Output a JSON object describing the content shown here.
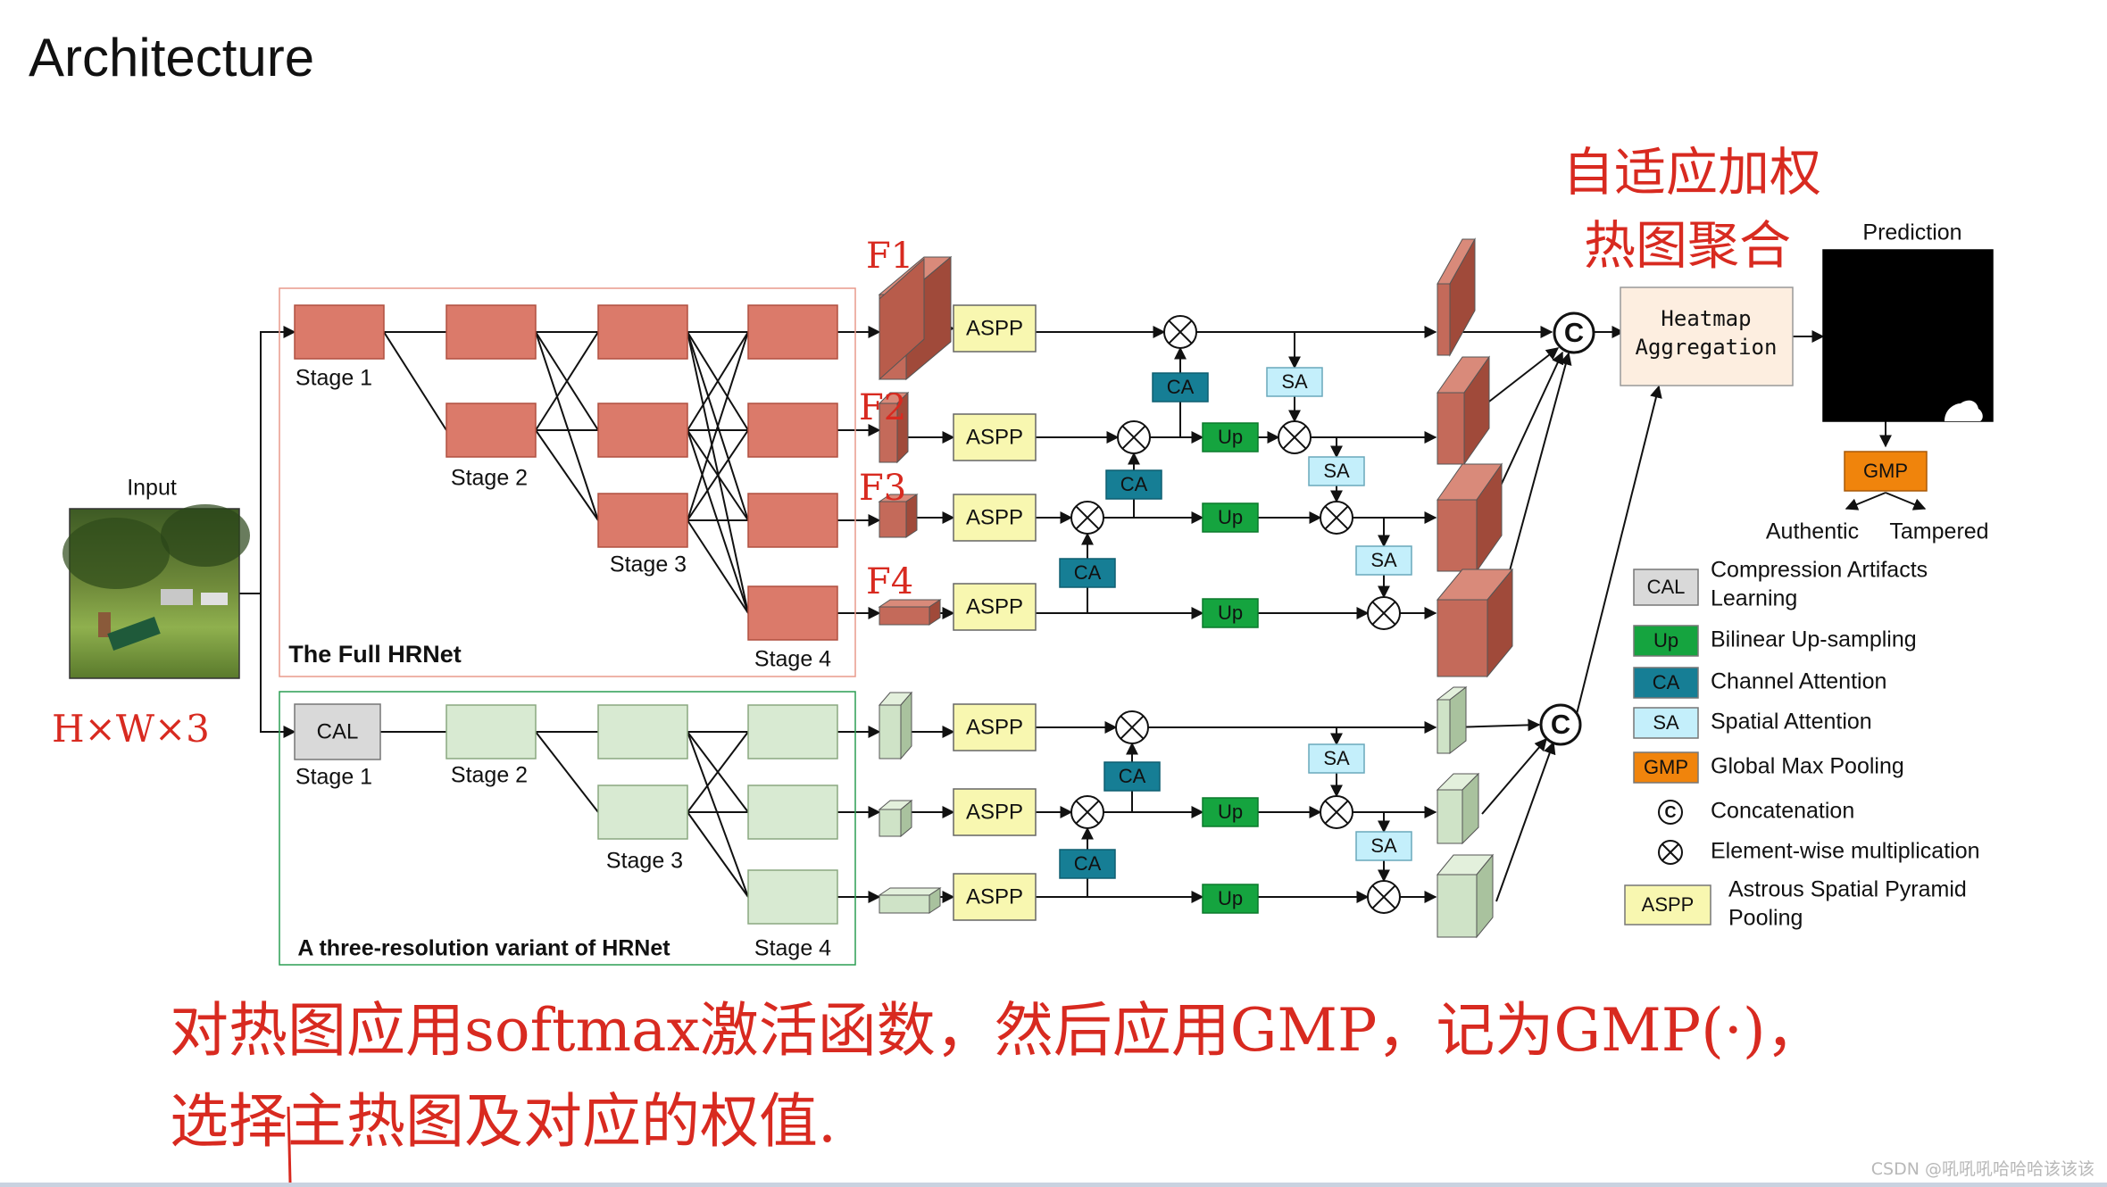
{
  "slide": {
    "title": "Architecture"
  },
  "diagram": {
    "input_label": "Input",
    "stage_labels": {
      "s1": "Stage 1",
      "s2": "Stage 2",
      "s3": "Stage 3",
      "s4": "Stage 4"
    },
    "full_hrnet_label": "The Full HRNet",
    "variant_label": "A three-resolution variant of HRNet",
    "cal_label": "CAL",
    "aspp_label": "ASPP",
    "ca_label": "CA",
    "sa_label": "SA",
    "up_label": "Up",
    "concat_symbol": "C",
    "heatmap_label_1": "Heatmap",
    "heatmap_label_2": "Aggregation",
    "prediction_label": "Prediction",
    "gmp_label": "GMP",
    "authentic_label": "Authentic",
    "tampered_label": "Tampered"
  },
  "legend": [
    {
      "key": "CAL",
      "text1": "Compression Artifacts",
      "text2": "Learning",
      "color": "#d9d9d9"
    },
    {
      "key": "Up",
      "text1": "Bilinear Up-sampling",
      "text2": "",
      "color": "#15a43f"
    },
    {
      "key": "CA",
      "text1": "Channel Attention",
      "text2": "",
      "color": "#167e95"
    },
    {
      "key": "SA",
      "text1": "Spatial Attention",
      "text2": "",
      "color": "#c4effb"
    },
    {
      "key": "GMP",
      "text1": "Global Max Pooling",
      "text2": "",
      "color": "#f0840c"
    },
    {
      "key": "C",
      "text1": "Concatenation",
      "text2": ""
    },
    {
      "key": "×",
      "text1": "Element-wise multiplication",
      "text2": ""
    },
    {
      "key": "ASPP",
      "text1": "Astrous Spatial Pyramid",
      "text2": "Pooling",
      "color": "#f8f7b0"
    }
  ],
  "annotations": {
    "f1": "F1",
    "f2": "F2",
    "f3": "F3",
    "f4": "F4",
    "weighting_1": "自适应加权",
    "weighting_2": "热图聚合",
    "dims": "H×W×3",
    "note_line1": "对热图应用softmax激活函数，然后应用GMP，记为GMP(·)，",
    "note_line2": "选择主热图及对应的权值."
  },
  "watermark": "CSDN @吼吼吼哈哈哈该该该",
  "colors": {
    "hrnet_block": "#db7a6a",
    "hrnet_stroke": "#b05040",
    "variant_block": "#d8ead2",
    "variant_stroke": "#8aa880",
    "full_frame": "#e89a8c",
    "variant_frame": "#2c9e53",
    "annotation": "#d82a20"
  }
}
